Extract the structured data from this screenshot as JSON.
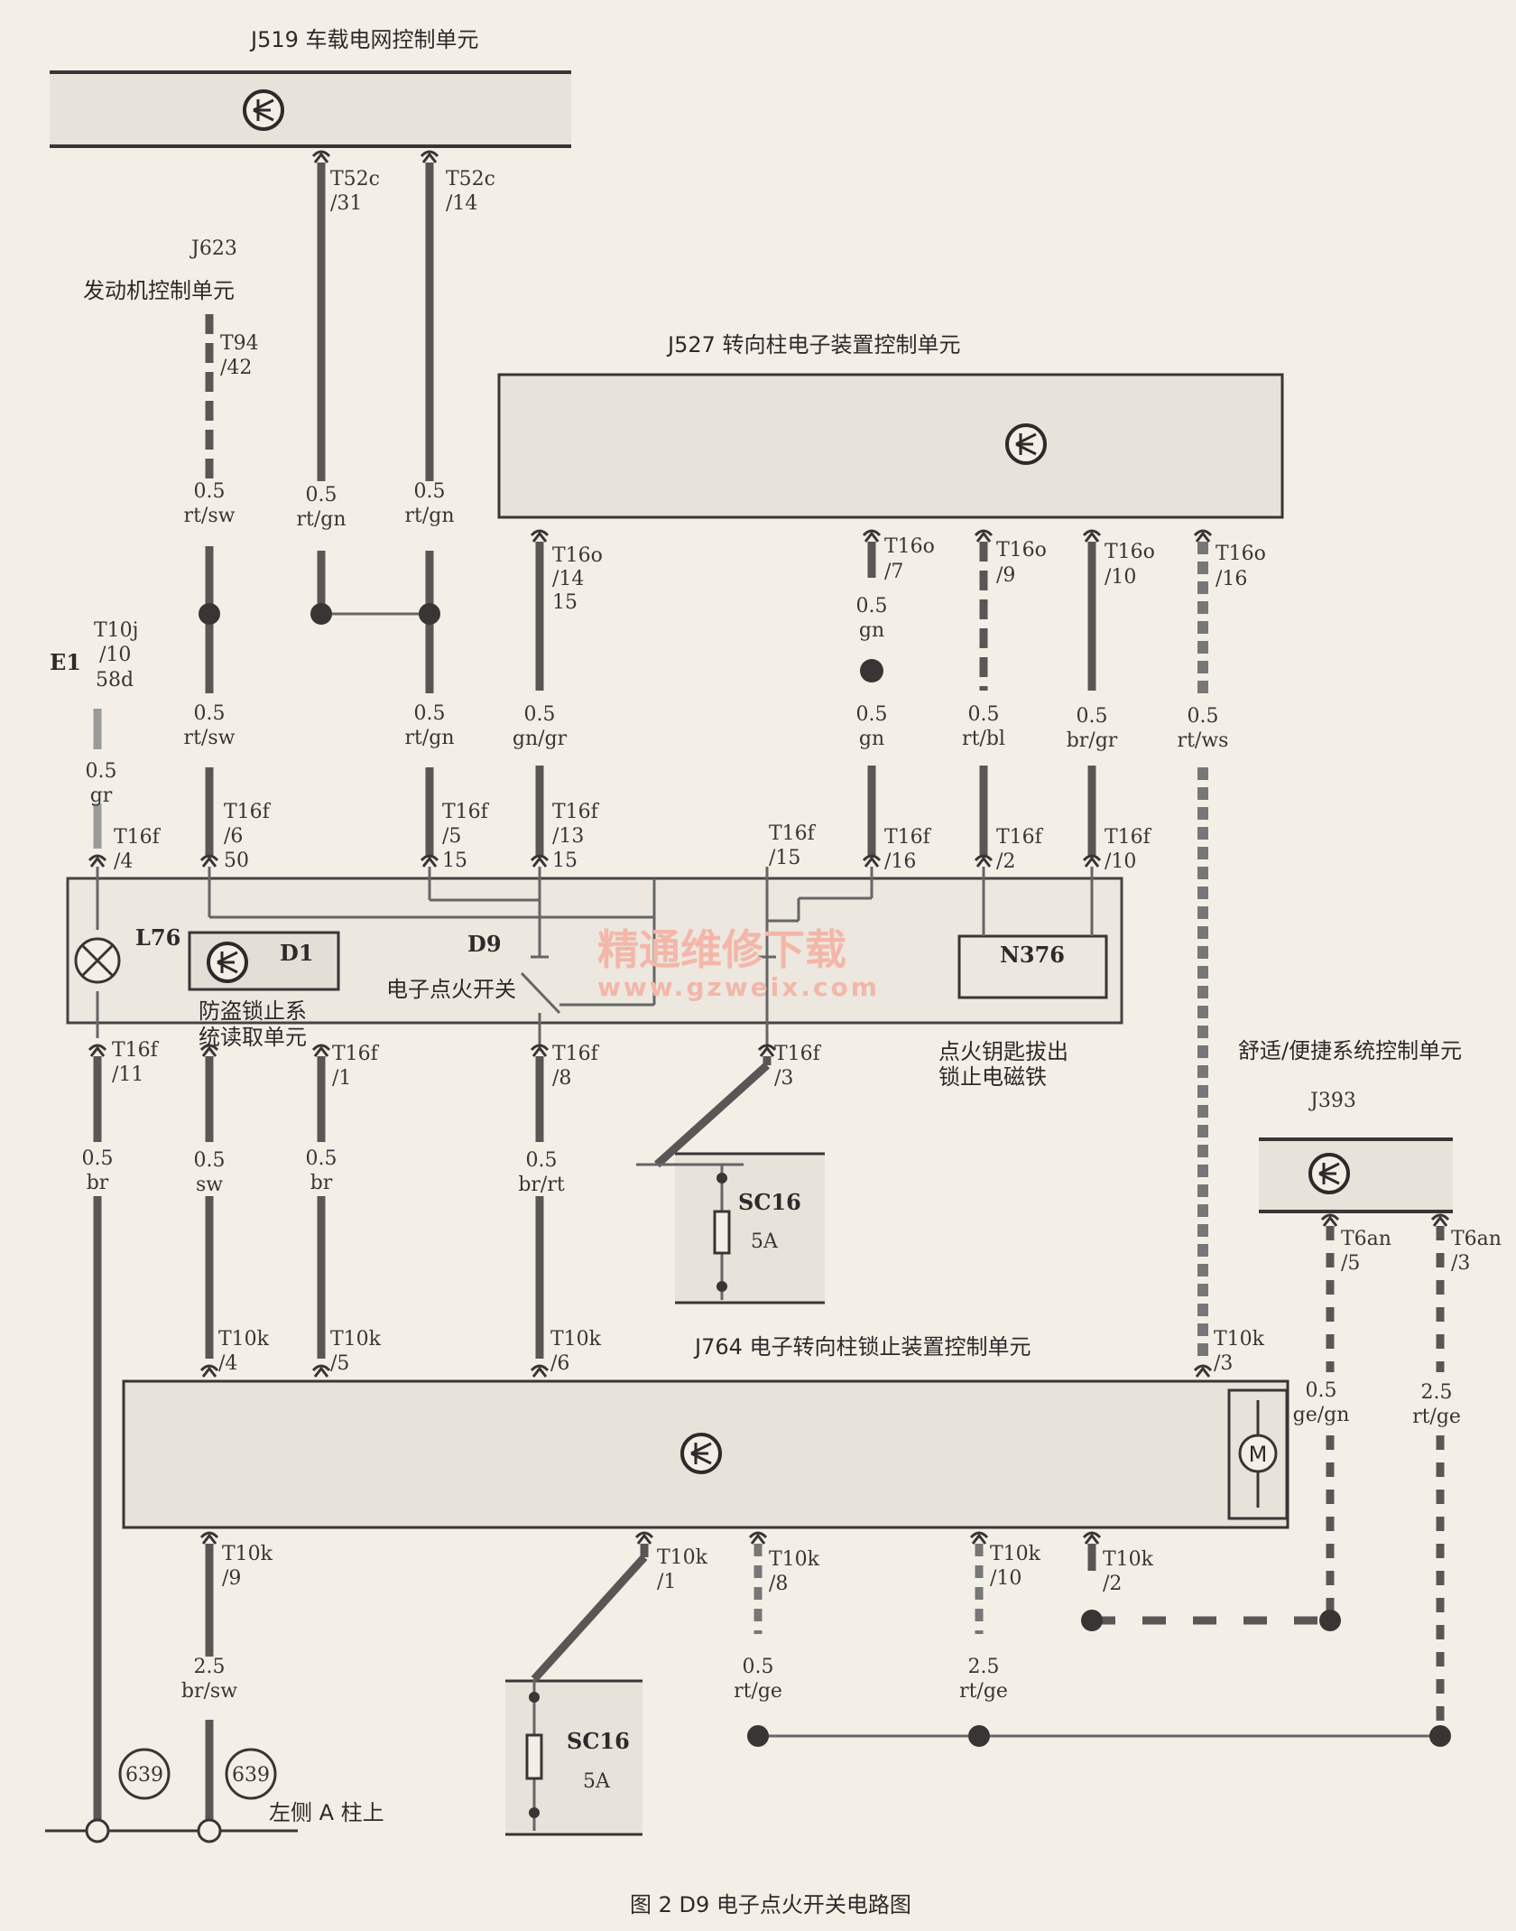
{
  "title": "图 2    D9 电子点火开关电路图",
  "watermark": {
    "line1": "精通维修下载",
    "line2": "www.gzweix.com"
  },
  "units": {
    "j519": {
      "code": "J519",
      "name": "车载电网控制单元"
    },
    "j623": {
      "code": "J623",
      "name": "发动机控制单元"
    },
    "j527": {
      "code": "J527",
      "name": "转向柱电子装置控制单元"
    },
    "j393": {
      "code": "J393",
      "name": "舒适/便捷系统控制单元"
    },
    "j764": {
      "code": "J764",
      "name": "电子转向柱锁止装置控制单元"
    },
    "e1": {
      "code": "E1"
    },
    "l76": {
      "code": "L76"
    },
    "d1": {
      "code": "D1",
      "name_line1": "防盗锁止系",
      "name_line2": "统读取单元"
    },
    "d9": {
      "code": "D9",
      "name": "电子点火开关"
    },
    "n376": {
      "code": "N376",
      "name_line1": "点火钥匙拔出",
      "name_line2": "锁止电磁铁"
    },
    "sc16a": {
      "code": "SC16",
      "rating": "5A"
    },
    "sc16b": {
      "code": "SC16",
      "rating": "5A"
    },
    "ground": {
      "code": "639",
      "location": "左侧 A 柱上"
    }
  },
  "connectors": {
    "t52c31": {
      "a": "T52c",
      "b": "/31"
    },
    "t52c14": {
      "a": "T52c",
      "b": "/14"
    },
    "t9442": {
      "a": "T94",
      "b": "/42"
    },
    "t16o14": {
      "a": "T16o",
      "b": "/14",
      "c": "15"
    },
    "t16o7": {
      "a": "T16o",
      "b": "/7"
    },
    "t16o9": {
      "a": "T16o",
      "b": "/9"
    },
    "t16o10": {
      "a": "T16o",
      "b": "/10"
    },
    "t16o16": {
      "a": "T16o",
      "b": "/16"
    },
    "t10j": {
      "a": "T10j",
      "b": "/10",
      "c": "58d"
    },
    "t16f4": {
      "a": "T16f",
      "b": "/4"
    },
    "t16f6": {
      "a": "T16f",
      "b": "/6",
      "c": "50"
    },
    "t16f5": {
      "a": "T16f",
      "b": "/5",
      "c": "15"
    },
    "t16f13": {
      "a": "T16f",
      "b": "/13",
      "c": "15"
    },
    "t16f15": {
      "a": "T16f",
      "b": "/15"
    },
    "t16f16": {
      "a": "T16f",
      "b": "/16"
    },
    "t16f2": {
      "a": "T16f",
      "b": "/2"
    },
    "t16f10": {
      "a": "T16f",
      "b": "/10"
    },
    "t16f11": {
      "a": "T16f",
      "b": "/11"
    },
    "t16f1": {
      "a": "T16f",
      "b": "/1"
    },
    "t16f8": {
      "a": "T16f",
      "b": "/8"
    },
    "t16f3": {
      "a": "T16f",
      "b": "/3"
    },
    "t6an5": {
      "a": "T6an",
      "b": "/5"
    },
    "t6an3": {
      "a": "T6an",
      "b": "/3"
    },
    "t10k4": {
      "a": "T10k",
      "b": "/4"
    },
    "t10k5": {
      "a": "T10k",
      "b": "/5"
    },
    "t10k6": {
      "a": "T10k",
      "b": "/6"
    },
    "t10k3": {
      "a": "T10k",
      "b": "/3"
    },
    "t10k9": {
      "a": "T10k",
      "b": "/9"
    },
    "t10k1": {
      "a": "T10k",
      "b": "/1"
    },
    "t10k8": {
      "a": "T10k",
      "b": "/8"
    },
    "t10k10": {
      "a": "T10k",
      "b": "/10"
    },
    "t10k2": {
      "a": "T10k",
      "b": "/2"
    }
  },
  "wires": {
    "w1": {
      "size": "0.5",
      "color": "rt/sw"
    },
    "w2": {
      "size": "0.5",
      "color": "rt/gn"
    },
    "w3": {
      "size": "0.5",
      "color": "rt/gn"
    },
    "w4": {
      "size": "0.5",
      "color": "rt/sw"
    },
    "w5": {
      "size": "0.5",
      "color": "rt/gn"
    },
    "w6": {
      "size": "0.5",
      "color": "gr"
    },
    "w7": {
      "size": "0.5",
      "color": "gn/gr"
    },
    "w8": {
      "size": "0.5",
      "color": "gn"
    },
    "w9": {
      "size": "0.5",
      "color": "gn"
    },
    "w10": {
      "size": "0.5",
      "color": "rt/bl"
    },
    "w11": {
      "size": "0.5",
      "color": "br/gr"
    },
    "w12": {
      "size": "0.5",
      "color": "rt/ws"
    },
    "w13": {
      "size": "0.5",
      "color": "br"
    },
    "w14": {
      "size": "0.5",
      "color": "sw"
    },
    "w15": {
      "size": "0.5",
      "color": "br"
    },
    "w16": {
      "size": "0.5",
      "color": "br/rt"
    },
    "w17": {
      "size": "0.5",
      "color": "ge/gn"
    },
    "w18": {
      "size": "2.5",
      "color": "rt/ge"
    },
    "w19": {
      "size": "2.5",
      "color": "br/sw"
    },
    "w20": {
      "size": "0.5",
      "color": "rt/ge"
    },
    "w21": {
      "size": "2.5",
      "color": "rt/ge"
    }
  },
  "motor_symbol": "M"
}
